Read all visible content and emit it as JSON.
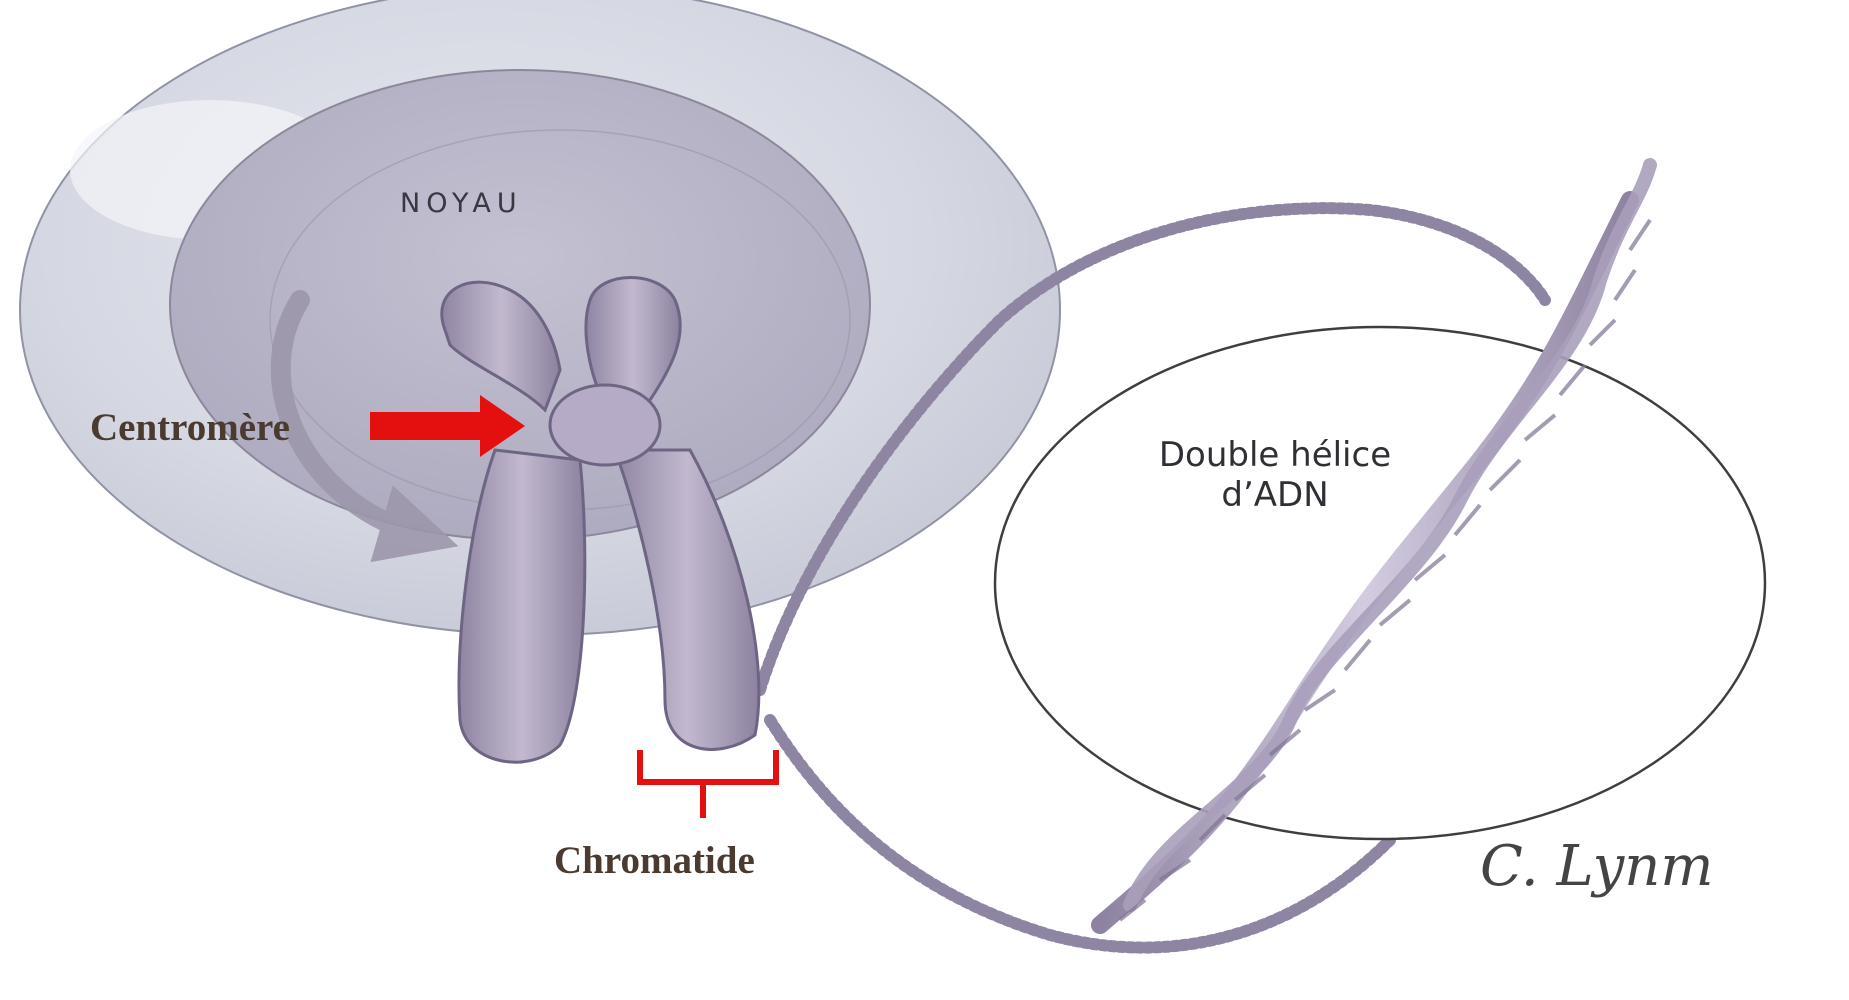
{
  "labels": {
    "nucleus": "NOYAU",
    "centromere": "Centromère",
    "chromatid": "Chromatide",
    "dna_line1": "Double hélice",
    "dna_line2": "d’ADN",
    "signature": "C. Lynm"
  },
  "colors": {
    "annotation_red": "#e41010",
    "nucleus_fill": "#d9dce6",
    "chromosome": "#a79cb6",
    "dna": "#b5aac4",
    "outline": "#555555"
  }
}
